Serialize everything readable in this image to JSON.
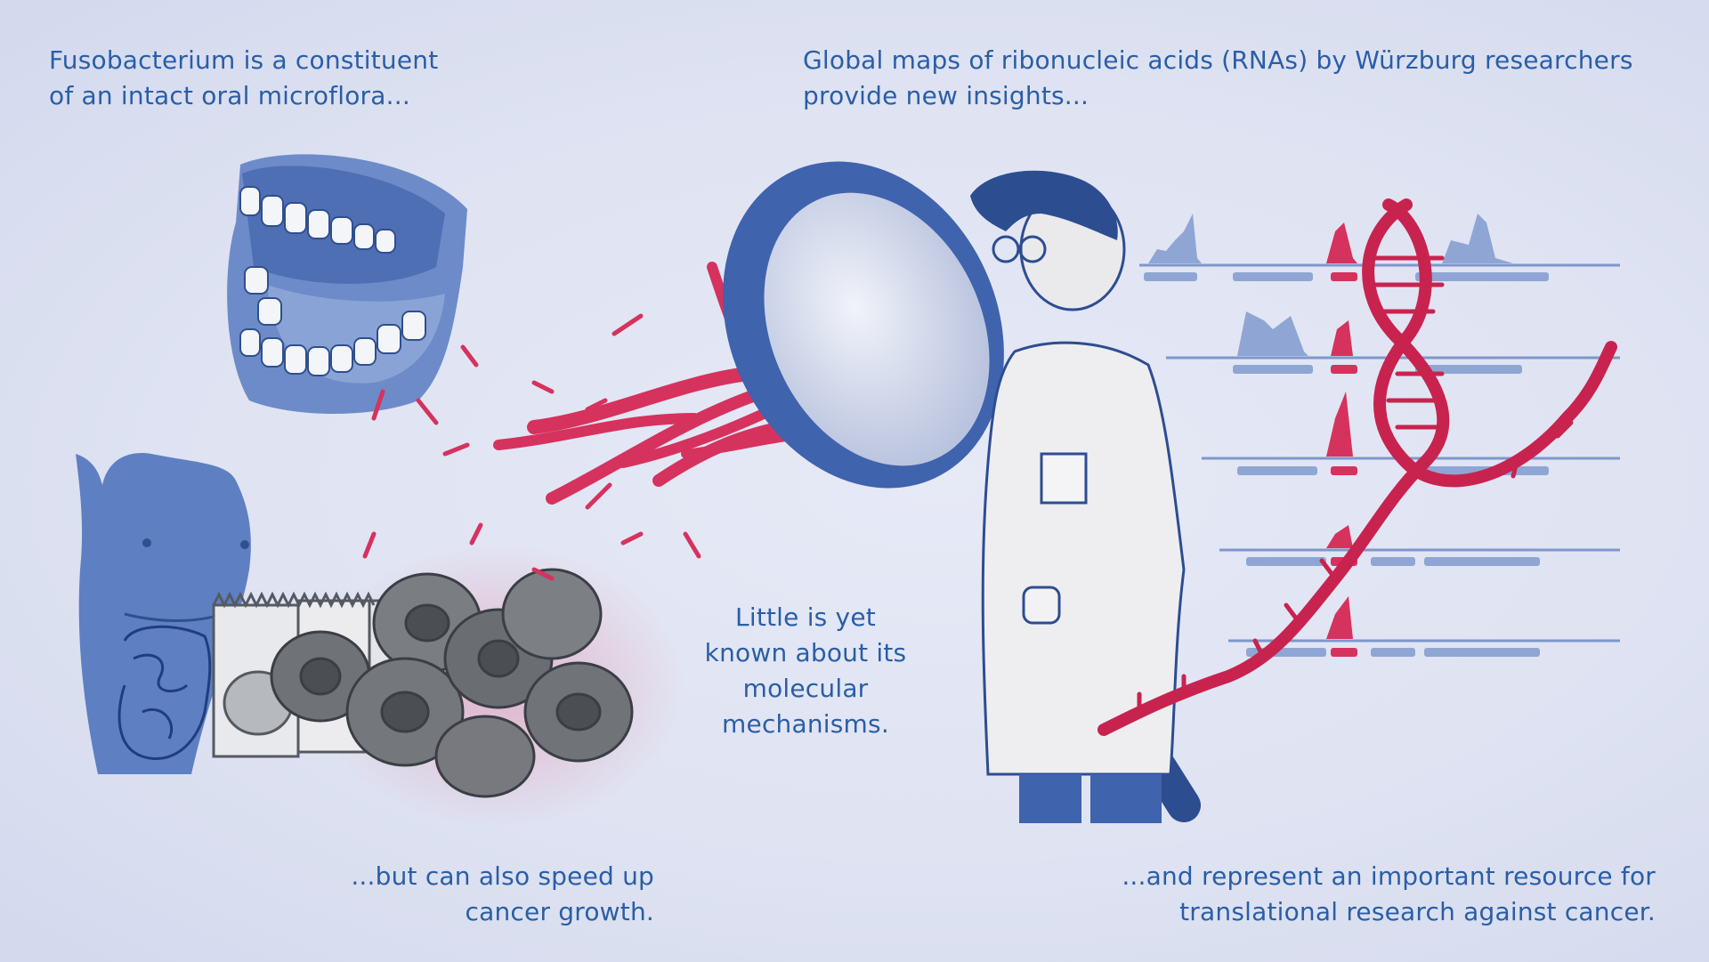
{
  "captions": {
    "top_left": [
      "Fusobacterium is a constituent",
      "of an intact oral microflora..."
    ],
    "top_right": [
      "Global maps of ribonucleic acids (RNAs) by Würzburg researchers",
      "provide new insights..."
    ],
    "center": [
      "Little is yet",
      "known about its",
      "molecular",
      "mechanisms."
    ],
    "bottom_left": [
      "...but can also speed up",
      "cancer growth."
    ],
    "bottom_right": [
      "...and represent an important resource for",
      "translational research against cancer."
    ]
  },
  "colors": {
    "text_blue": "#2a5ea6",
    "illustration_blue": "#3f63ad",
    "bacteria_red": "#d6325e",
    "rna_red": "#c8234f",
    "cell_gray": "#6f7277",
    "background": "#e2e6f4"
  },
  "illustration": {
    "elements": [
      "open-mouth-with-teeth",
      "female-torso-with-intestine",
      "epithelial-and-tumor-cells",
      "fusobacteria-rods",
      "magnifying-glass",
      "scientist-in-lab-coat",
      "rna-sequencing-coverage-tracks",
      "rna-double-helix-strand"
    ]
  }
}
